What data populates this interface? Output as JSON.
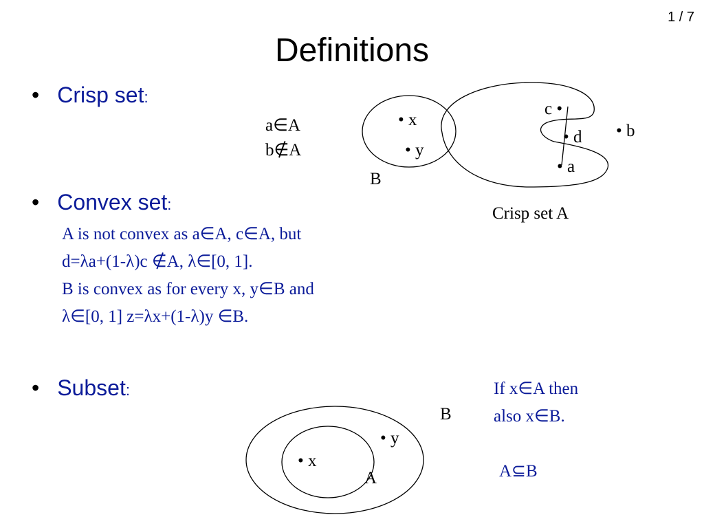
{
  "page_number": "1 / 7",
  "title": "Definitions",
  "bullets": {
    "crisp": {
      "label": "Crisp set",
      "colon": ":"
    },
    "convex": {
      "label": "Convex set",
      "colon": ":",
      "lines": [
        "A is not convex as a∈A, c∈A, but",
        "d=λa+(1-λ)c ∉A, λ∈[0, 1].",
        "B is convex as for every x, y∈B and",
        "λ∈[0, 1] z=λx+(1-λ)y ∈B."
      ]
    },
    "subset": {
      "label": "Subset",
      "colon": ":"
    }
  },
  "crisp_diagram": {
    "membership": [
      "a∈A",
      "b∉A"
    ],
    "points": {
      "x": "• x",
      "y": "• y",
      "c": "c •",
      "d": "• d",
      "a": "• a",
      "b": "• b"
    },
    "label_B": "B",
    "caption": "Crisp set A"
  },
  "subset_diagram": {
    "label_B": "B",
    "label_A": "A",
    "points": {
      "x": "• x",
      "y": "• y"
    },
    "rule": [
      "If x∈A then",
      "also x∈B."
    ],
    "relation": "A⊆B"
  },
  "colors": {
    "accent": "#0b1b99"
  }
}
